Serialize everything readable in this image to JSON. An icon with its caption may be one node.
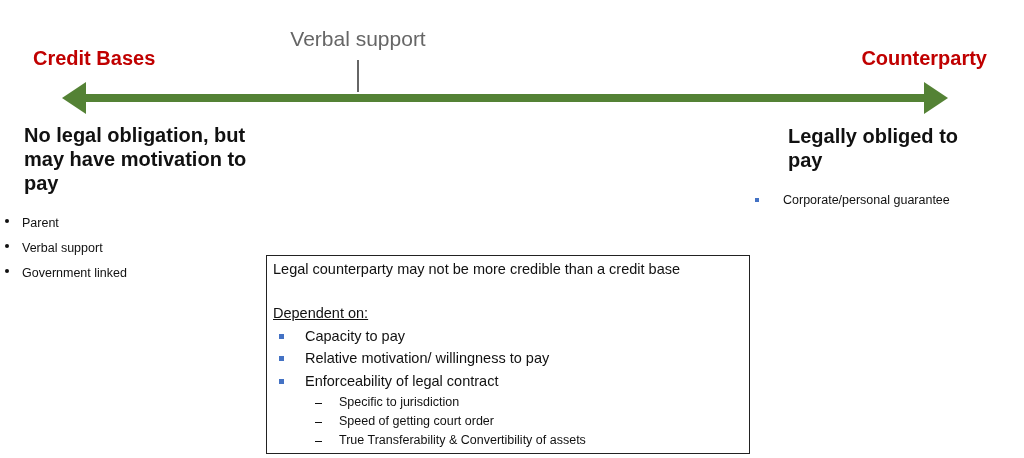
{
  "diagram": {
    "nodes": [
      {
        "text": [
          "Legal counterparty may not be more credible than a credit base",
          "Dependent on:",
          "Capacity to pay",
          "Relative motivation/ willingness to pay",
          "Enforceability of legal contract",
          "Specific to jurisdiction",
          "Speed of getting court order",
          "True Transferability & Convertibility of assets"
        ]
      }
    ],
    "labels": [
      "Verbal support",
      "Credit Bases",
      "Counterparty",
      "No legal obligation, but may have motivation to pay",
      "Legally obliged to pay",
      "Corporate/personal guarantee",
      "Parent",
      "Verbal support",
      "Government linked"
    ]
  }
}
